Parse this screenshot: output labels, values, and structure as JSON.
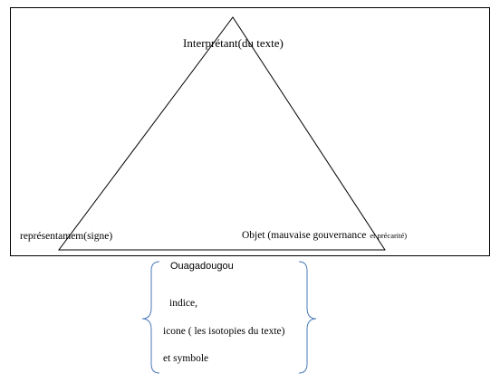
{
  "triangle": {
    "apex_label": "Interprétant(du texte)",
    "left_label": "représentamem(signe)",
    "right_label_main": "Objet (mauvaise gouvernance",
    "right_label_small": "et précarité)"
  },
  "brace_list": {
    "heading": "Ouagadougou",
    "items": [
      "indice,",
      "icone ( les isotopies du texte)",
      "et symbole"
    ]
  },
  "colors": {
    "lines": "#000000",
    "braces": "#4a7ab8",
    "text": "#000000"
  }
}
